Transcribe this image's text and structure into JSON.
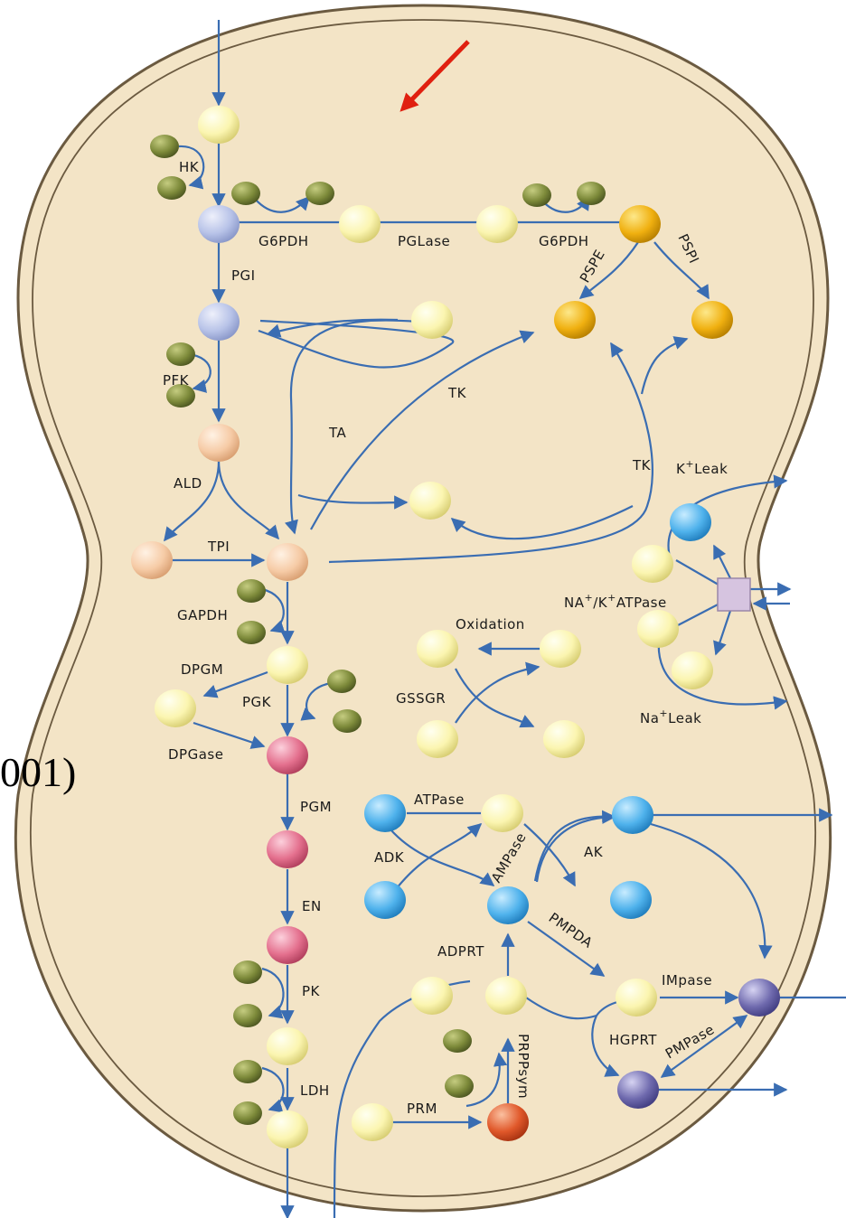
{
  "colors": {
    "cell_fill": "#f3e4c6",
    "membrane": "#6b5a40",
    "arrow_blue": "#3a6db2",
    "pointer_red": "#e02010",
    "metabolite_yellow": "#fbf5b0",
    "cofactor_olive": "#7d8a3a",
    "hexose_lavender": "#b8c3e8",
    "triose_peach": "#f6cba6",
    "glycolysis_pink": "#e4708e",
    "pentose_orange": "#f0b010",
    "nucleotide_blue": "#4fb2ec",
    "purine_purple": "#6f6aae",
    "prpp_red": "#e0582a",
    "pump_violet": "#d6c4e0"
  },
  "labels": {
    "hk": "HK",
    "g6pdh_1": "G6PDH",
    "pglase": "PGLase",
    "g6pdh_2": "G6PDH",
    "pspe": "PSPE",
    "pspi": "PSPI",
    "pgi": "PGI",
    "pfk": "PFK",
    "tk_1": "TK",
    "ta": "TA",
    "tk_2": "TK",
    "k_leak": "K",
    "k_leak_sup": "+",
    "k_leak_suffix": "Leak",
    "ald": "ALD",
    "tpi": "TPI",
    "na_k_atpase_1": "NA",
    "na_k_atpase_sup1": "+",
    "na_k_atpase_2": "/K",
    "na_k_atpase_sup2": "+",
    "na_k_atpase_3": "ATPase",
    "gapdh": "GAPDH",
    "oxidation": "Oxidation",
    "dpgm": "DPGM",
    "pgk": "PGK",
    "gssgr": "GSSGR",
    "na_leak": "Na",
    "na_leak_sup": "+",
    "na_leak_suffix": "Leak",
    "dpgase": "DPGase",
    "pgm": "PGM",
    "atpase": "ATPase",
    "adk": "ADK",
    "ampase": "AMPase",
    "ak": "AK",
    "en": "EN",
    "pmpda": "PMPDA",
    "adprt": "ADPRT",
    "pk": "PK",
    "impase": "IMpase",
    "hgprt": "HGPRT",
    "pmpase": "PMPase",
    "prppsym": "PRPPsym",
    "ldh": "LDH",
    "prm": "PRM"
  },
  "side_text": "001)"
}
